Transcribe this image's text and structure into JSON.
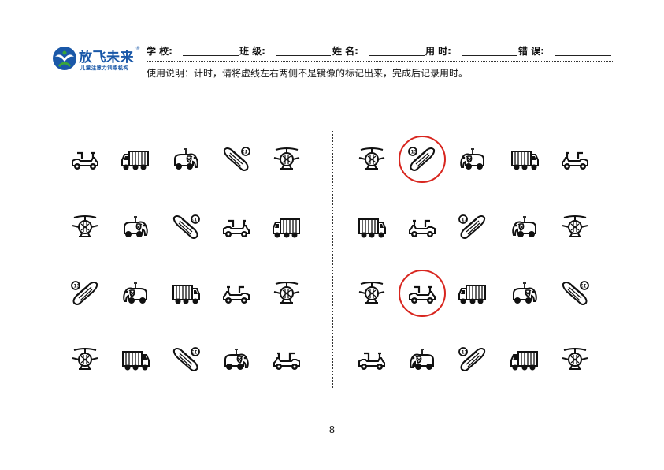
{
  "logo": {
    "name": "放飞未来",
    "registered": "®",
    "subtitle": "儿童注意力训练机构",
    "colors": {
      "primary": "#1a58a8",
      "accent": "#3aa63a"
    }
  },
  "header_fields": [
    {
      "label": "学 校:"
    },
    {
      "label": "班 级:"
    },
    {
      "label": "姓 名:"
    },
    {
      "label": "用 时:"
    },
    {
      "label": "错 误:"
    }
  ],
  "instructions": "使用说明：计时，请将虚线左右两侧不是镜像的标记出来，完成后记录用时。",
  "page_number": "8",
  "mark_color": "#d8261f",
  "left_grid": [
    [
      "car-icon",
      "truck-icon",
      "elephant-car-icon",
      "rocket-icon",
      "helicopter-icon"
    ],
    [
      "helicopter-icon",
      "elephant-car-icon",
      "rocket-icon",
      "car-icon",
      "truck-icon"
    ],
    [
      "rocket-icon",
      "elephant-car-icon",
      "truck-icon",
      "car-icon",
      "helicopter-icon"
    ],
    [
      "helicopter-icon",
      "truck-icon",
      "rocket-icon",
      "elephant-car-icon",
      "car-icon"
    ]
  ],
  "right_grid": [
    [
      "helicopter-icon",
      "rocket-icon",
      "elephant-car-icon",
      "truck-icon",
      "car-icon"
    ],
    [
      "truck-icon",
      "car-icon",
      "rocket-icon",
      "elephant-car-icon",
      "helicopter-icon"
    ],
    [
      "helicopter-icon",
      "car-icon",
      "truck-icon",
      "elephant-car-icon",
      "rocket-icon"
    ],
    [
      "car-icon",
      "elephant-car-icon",
      "rocket-icon",
      "truck-icon",
      "helicopter-icon"
    ]
  ],
  "marked_cells": [
    {
      "grid": "right",
      "row": 0,
      "col": 1
    },
    {
      "grid": "right",
      "row": 2,
      "col": 1
    }
  ]
}
